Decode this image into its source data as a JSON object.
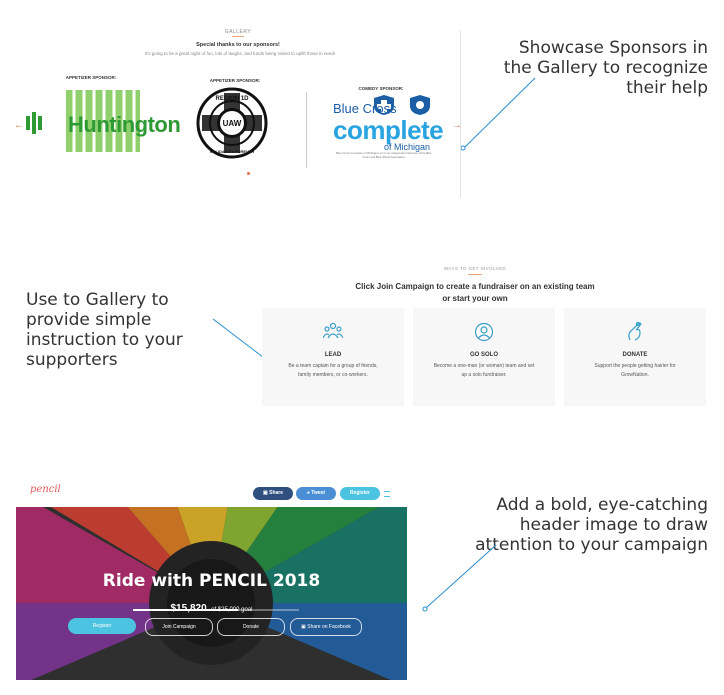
{
  "callouts": {
    "gallery": "Showcase Sponsors in the Gallery to recognize their help",
    "instructions": "Use to Gallery to provide simple instruction to your supporters",
    "header": "Add a bold, eye-catching header image to draw attention to your campaign"
  },
  "gallery": {
    "label": "GALLERY",
    "title": "Special thanks to our sponsors!",
    "subtitle": "It's going to be a great night of fun, lots of laughs, and funds being raised to uplift those in need!",
    "sponsors": [
      {
        "label": "APPETIZER SPONSOR:",
        "name": "Huntington"
      },
      {
        "label": "APPETIZER SPONSOR:",
        "name": "UAW Region 1D Solidarity Forever",
        "logo_text": {
          "top": "REGION 1D",
          "center": "UAW",
          "bottom": "SOLIDARITY FOREVER"
        }
      },
      {
        "label": "COMEDY SPONSOR:",
        "name": "Blue Cross Complete of Michigan",
        "logo_text": {
          "line1": "Blue Cross",
          "line2": "complete",
          "line3": "of Michigan"
        },
        "fine_print": "Blue Cross Complete of Michigan LLC is an independent licensee of the Blue Cross and Blue Shield Association."
      }
    ],
    "prev_arrow": "←",
    "next_arrow": "→",
    "colors": {
      "huntington_green": "#2d9a34",
      "huntington_light": "#8fcf6c",
      "bcbs_blue": "#1c5ea6",
      "bcbs_cyan": "#2aa4e0",
      "accent": "#e37246"
    }
  },
  "instructions": {
    "label": "WAYS TO GET INVOLVED",
    "title": "Click Join Campaign to create a fundraiser on an existing team or start your own",
    "cards": [
      {
        "icon": "team-icon",
        "heading": "LEAD",
        "text": "Be a team captain for a group of friends, family members, or co-workers."
      },
      {
        "icon": "person-icon",
        "heading": "GO SOLO",
        "text": "Become a one-man (or woman) team and set up a solo fundraiser."
      },
      {
        "icon": "hand-icon",
        "heading": "DONATE",
        "text": "Support the people getting hairier for GrowNation."
      }
    ]
  },
  "header": {
    "logo": "pencil",
    "nav": {
      "share": "Share",
      "tweet": "Tweet",
      "register": "Register"
    },
    "title": "Ride with PENCIL 2018",
    "amount": "$15,820",
    "goal": "of $25,000 goal",
    "progress": 0.63,
    "buttons": {
      "register": "Register",
      "join": "Join Campaign",
      "donate": "Donate",
      "share": "Share on Facebook"
    },
    "colors": {
      "primary": "#4cc3e0",
      "nav_dark": "#2f4f7f"
    }
  }
}
